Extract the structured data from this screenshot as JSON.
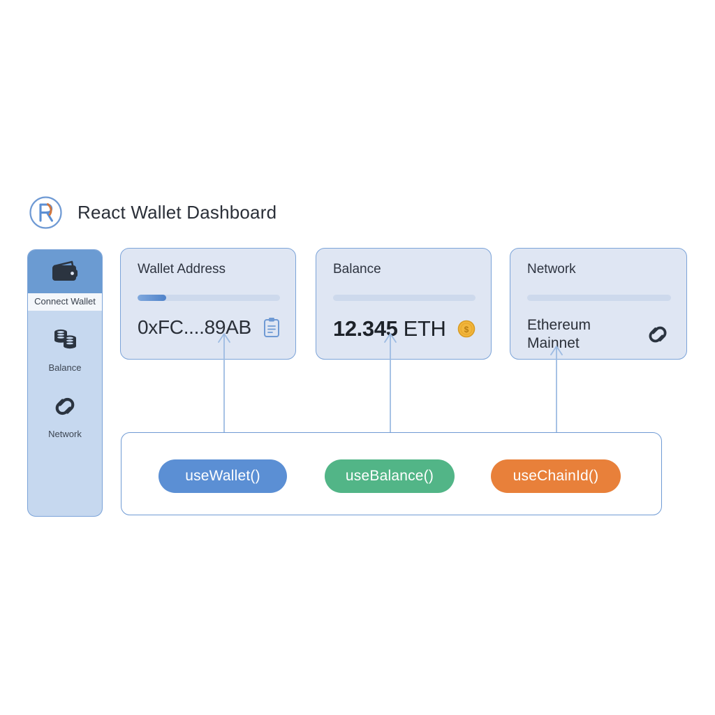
{
  "header": {
    "title": "React Wallet Dashboard",
    "logo_icon": "react-logo-icon"
  },
  "sidebar": {
    "items": [
      {
        "label": "Connect Wallet",
        "icon": "wallet-icon",
        "active": true
      },
      {
        "label": "Balance",
        "icon": "coins-icon",
        "active": false
      },
      {
        "label": "Network",
        "icon": "link-icon",
        "active": false
      }
    ]
  },
  "cards": [
    {
      "title": "Wallet Address",
      "value": "0xFC....89AB",
      "icon": "clipboard-copy-icon",
      "progress_percent": 20,
      "has_progress_fill": true
    },
    {
      "title": "Balance",
      "value_amount": "12.345",
      "value_unit": "ETH",
      "icon": "dollar-coin-icon",
      "progress_percent": 0,
      "has_progress_fill": false
    },
    {
      "title": "Network",
      "value": "Ethereum Mainnet",
      "icon": "chain-link-icon",
      "progress_percent": 0,
      "has_progress_fill": false
    }
  ],
  "hooks": {
    "pills": [
      {
        "label": "useWallet()",
        "color": "#5b8fd4"
      },
      {
        "label": "useBalance()",
        "color": "#52b587"
      },
      {
        "label": "useChainId()",
        "color": "#e8803a"
      }
    ]
  },
  "colors": {
    "accent_blue": "#5b8fd4",
    "card_bg": "#dfe6f3",
    "card_border": "#7ba3d8",
    "sidebar_bg": "#c6d8ef",
    "sidebar_active": "#6b9bd2",
    "icon_navy": "#2b3440",
    "green": "#52b587",
    "orange": "#e8803a",
    "gold": "#f2b63c"
  }
}
